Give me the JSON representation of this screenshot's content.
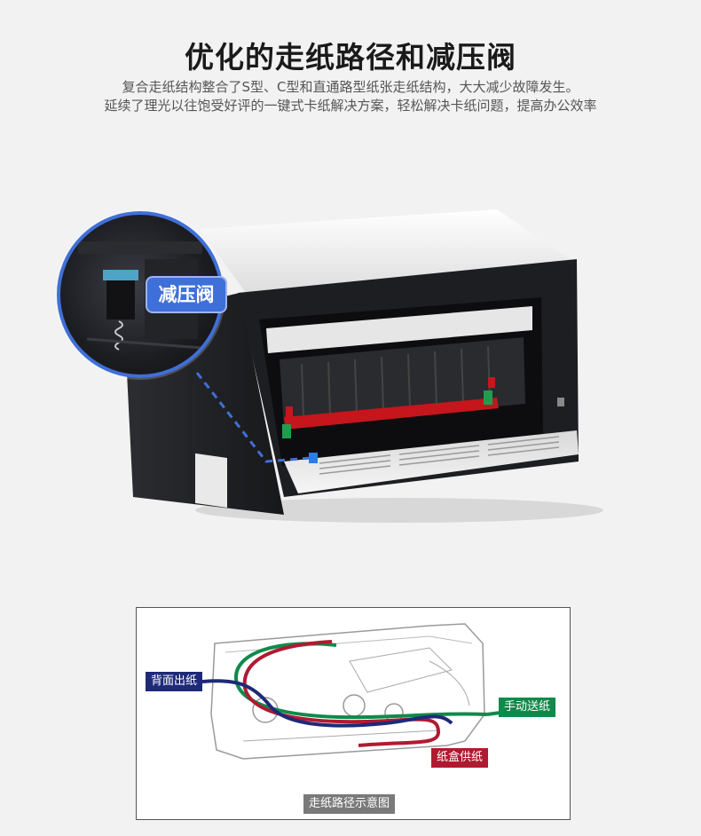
{
  "header": {
    "title": "优化的走纸路径和减压阀",
    "subtitle_line1": "复合走纸结构整合了S型、C型和直通路型纸张走纸结构，大大减少故障发生。",
    "subtitle_line2": "延续了理光以往饱受好评的一键式卡纸解决方案，轻松解决卡纸问题，提高办公效率"
  },
  "hero": {
    "callout_label": "减压阀"
  },
  "diagram": {
    "labels": {
      "back_output": "背面出纸",
      "manual_feed": "手动送纸",
      "tray_feed": "纸盒供纸"
    },
    "caption": "走纸路径示意图",
    "colors": {
      "back_output": "#1e2a78",
      "manual_feed": "#0f8a4b",
      "tray_feed": "#b01a30",
      "accent": "#3f6fd8"
    }
  }
}
